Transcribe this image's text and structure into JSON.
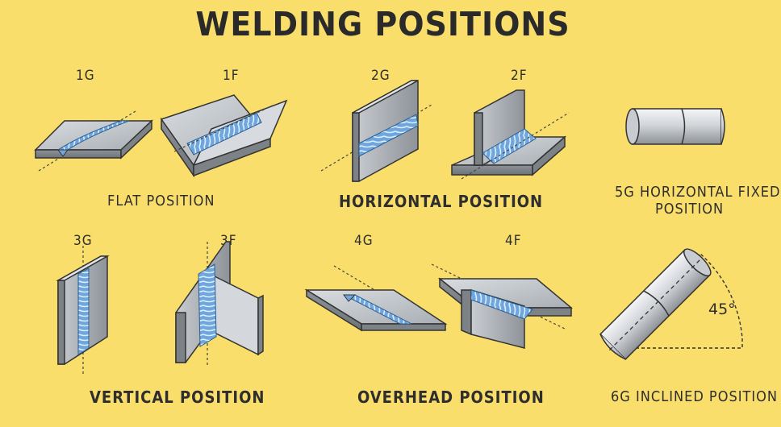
{
  "title": "WELDING POSITIONS",
  "codes": {
    "g1": "1G",
    "f1": "1F",
    "g2": "2G",
    "f2": "2F",
    "g3": "3G",
    "f3": "3F",
    "g4": "4G",
    "f4": "4F"
  },
  "labels": {
    "flat": "FLAT POSITION",
    "horizontal": "HORIZONTAL POSITION",
    "g5_line1": "5G HORIZONTAL FIXED",
    "g5_line2": "POSITION",
    "vertical": "VERTICAL POSITION",
    "overhead": "OVERHEAD POSITION",
    "g6": "6G INCLINED POSITION"
  },
  "angle_label": "45°",
  "colors": {
    "background": "#F9DE6B",
    "steel": "#B9BEC3",
    "weld": "#7FB3E6",
    "outline": "#333333"
  }
}
